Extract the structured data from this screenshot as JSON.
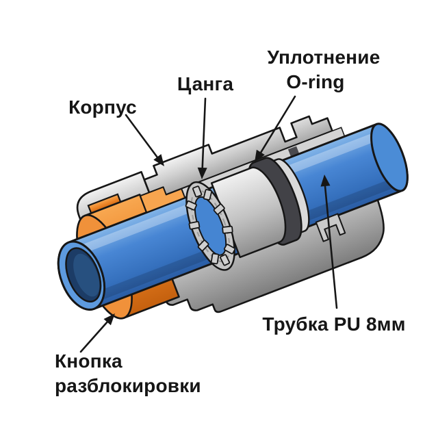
{
  "diagram": {
    "title_implicit": "",
    "labels": {
      "body": "Корпус",
      "collet": "Цанга",
      "oring_line1": "Уплотнение",
      "oring_line2": "O-ring",
      "tube": "Трубка PU 8мм",
      "release_line1": "Кнопка",
      "release_line2": "разблокировки"
    },
    "colors": {
      "background": "#ffffff",
      "outline": "#161616",
      "tube_blue": "#4886d4",
      "tube_blue_light": "#83b5e8",
      "tube_blue_dark": "#2a5ca3",
      "tube_bore_navy": "#1c3c66",
      "button_orange": "#ec8326",
      "button_orange_light": "#f7a54f",
      "button_orange_dark": "#c4600e",
      "body_gray_light": "#f2f2f2",
      "body_gray_mid": "#b5b5b5",
      "body_gray_dark": "#808080",
      "oring_dark": "#424247"
    }
  }
}
